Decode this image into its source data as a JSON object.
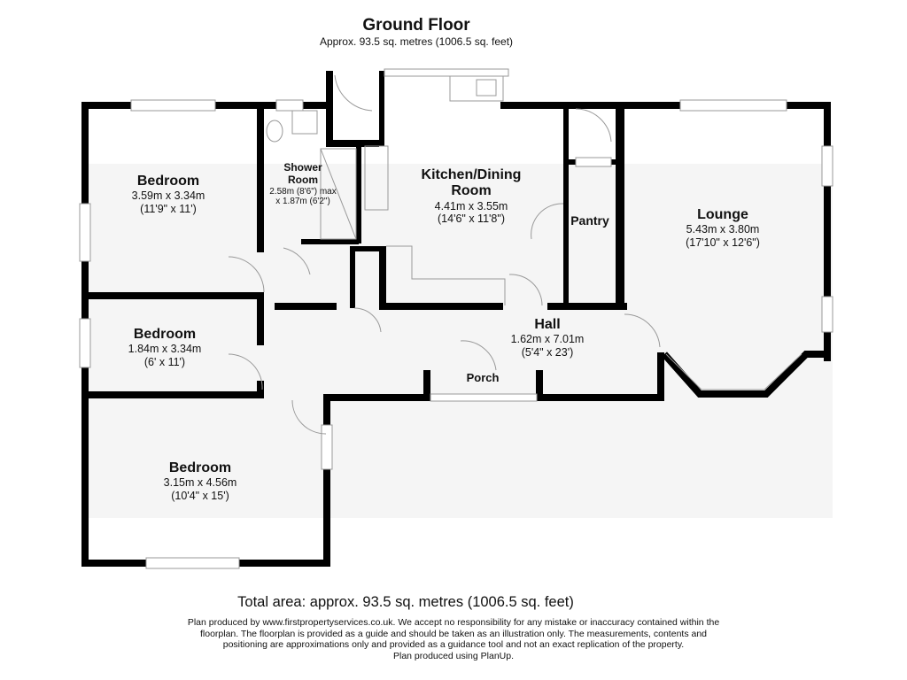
{
  "header": {
    "title": "Ground Floor",
    "subtitle": "Approx. 93.5 sq. metres (1006.5 sq. feet)"
  },
  "rooms": [
    {
      "name": "Bedroom",
      "dim1": "3.59m x 3.34m",
      "dim2": "(11'9\" x 11')"
    },
    {
      "name": "Bedroom",
      "dim1": "1.84m x 3.34m",
      "dim2": "(6' x 11')"
    },
    {
      "name": "Bedroom",
      "dim1": "3.15m x 4.56m",
      "dim2": "(10'4\" x 15')"
    },
    {
      "name": "Shower",
      "name2": "Room",
      "dim1": "2.58m (8'6\") max",
      "dim2": "x 1.87m (6'2\")"
    },
    {
      "name": "Kitchen/Dining",
      "name2": "Room",
      "dim1": "4.41m x 3.55m",
      "dim2": "(14'6\" x 11'8\")"
    },
    {
      "name": "Pantry"
    },
    {
      "name": "Lounge",
      "dim1": "5.43m x 3.80m",
      "dim2": "(17'10\" x 12'6\")"
    },
    {
      "name": "Hall",
      "dim1": "1.62m x 7.01m",
      "dim2": "(5'4\" x 23')"
    },
    {
      "name": "Porch"
    }
  ],
  "footer": {
    "total": "Total area: approx. 93.5 sq. metres (1006.5 sq. feet)",
    "disclaimer": [
      "Plan produced by www.firstpropertyservices.co.uk. We accept no responsibility for any mistake or inaccuracy contained within the",
      "floorplan. The floorplan is provided as a guide and should be taken as an illustration only. The measurements, contents and",
      "positioning are approximations only and provided as a guidance tool and not an exact replication of the property.",
      "Plan produced using PlanUp."
    ]
  }
}
